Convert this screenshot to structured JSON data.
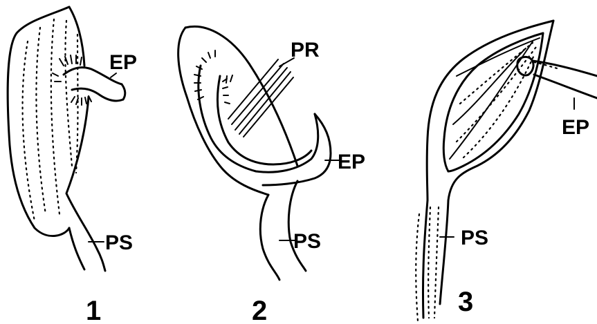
{
  "panels": [
    {
      "number": "1",
      "labels": {
        "ep": "EP",
        "ps": "PS"
      }
    },
    {
      "number": "2",
      "labels": {
        "pr": "PR",
        "ep": "EP",
        "ps": "PS"
      }
    },
    {
      "number": "3",
      "labels": {
        "ep": "EP",
        "ps": "PS"
      }
    }
  ],
  "colors": {
    "ink": "#000000",
    "paper": "#ffffff"
  }
}
